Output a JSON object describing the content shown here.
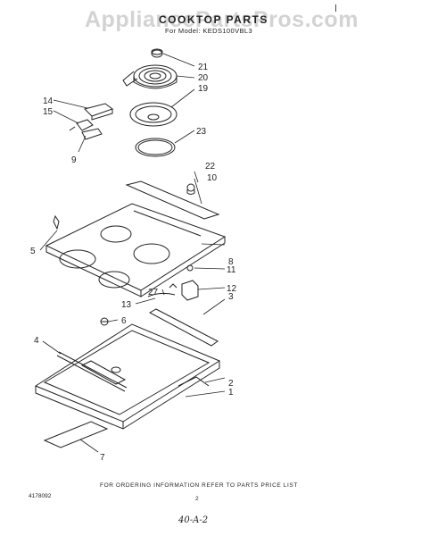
{
  "watermark": "AppliancePartsPros.com",
  "title": "COOKTOP PARTS",
  "subtitle": "For Model: KEDS100VBL3",
  "callouts": [
    "21",
    "20",
    "19",
    "14",
    "15",
    "9",
    "23",
    "22",
    "10",
    "5",
    "8",
    "11",
    "12",
    "27",
    "3",
    "13",
    "6",
    "4",
    "2",
    "1",
    "7"
  ],
  "footer_note": "FOR ORDERING INFORMATION REFER TO PARTS PRICE LIST",
  "doc_number": "4178092",
  "page_number": "2",
  "handwritten_note": "40-A-2",
  "colors": {
    "line": "#222222",
    "watermark": "#afafaf",
    "background": "#ffffff"
  }
}
